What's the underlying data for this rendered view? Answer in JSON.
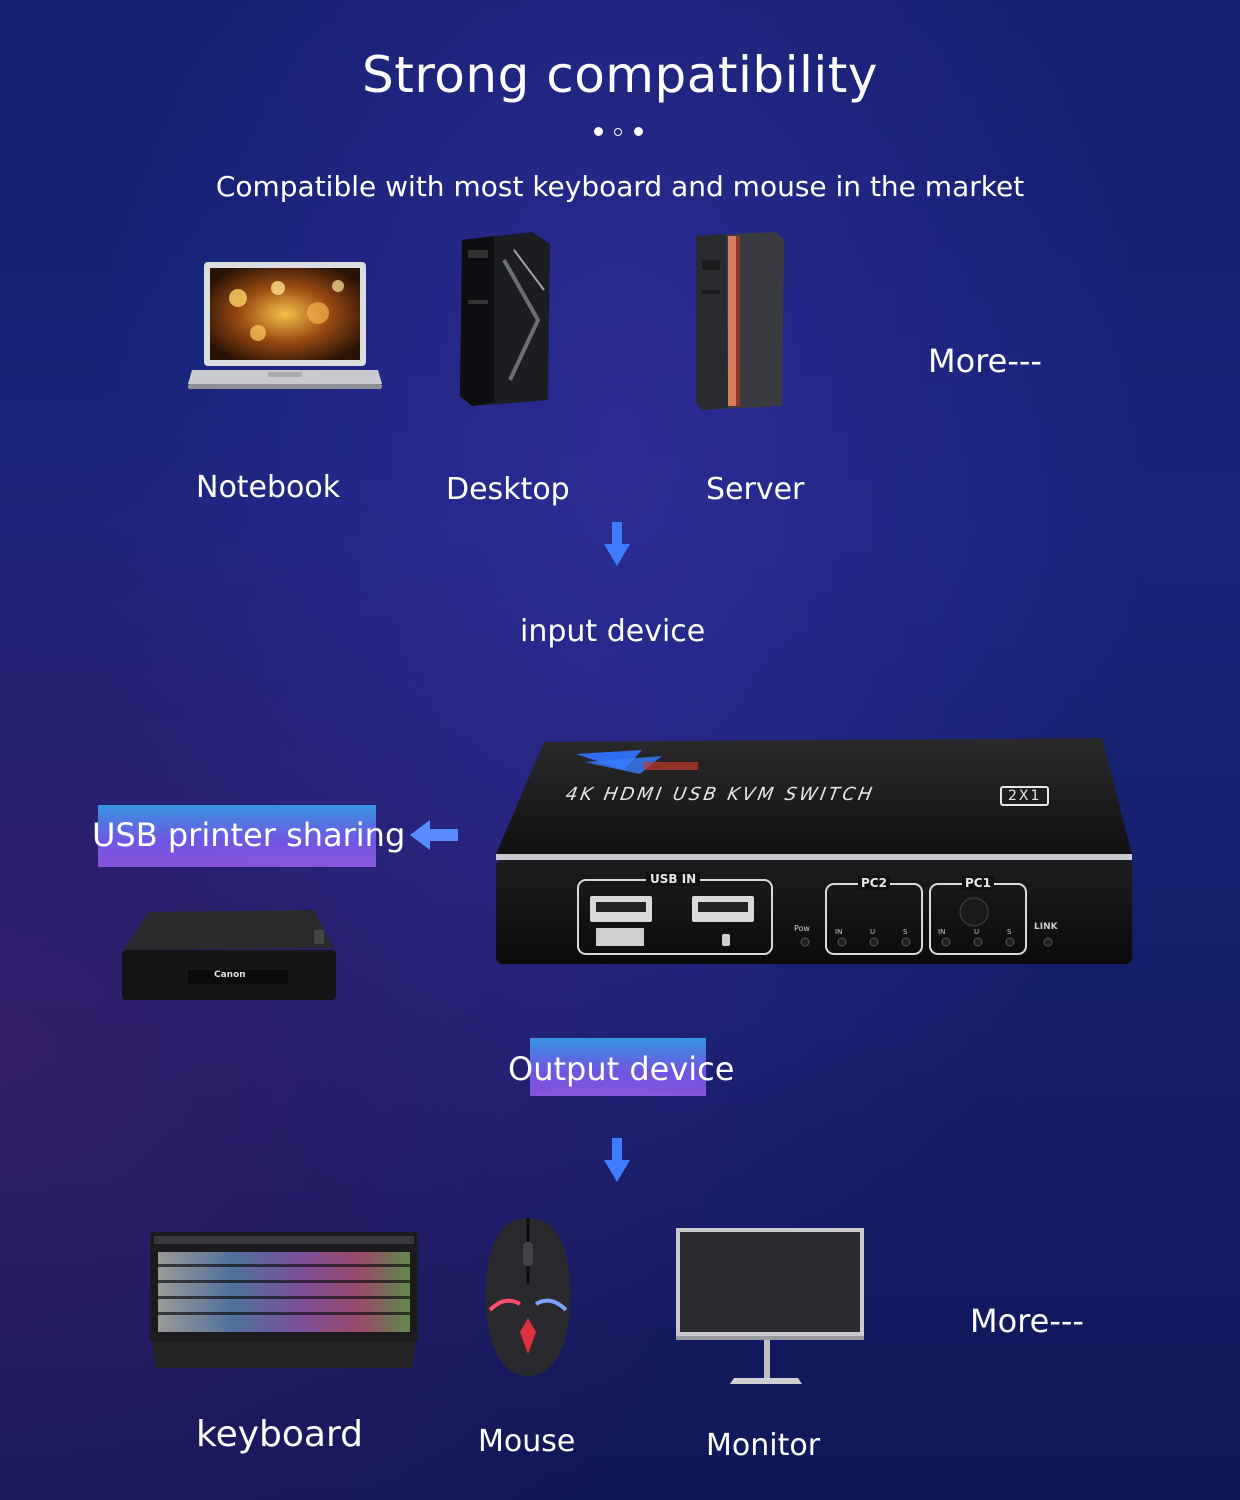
{
  "header": {
    "title": "Strong compatibility",
    "subtitle": "Compatible with most keyboard and mouse in the market"
  },
  "input_devices": {
    "items": [
      {
        "label": "Notebook",
        "icon": "laptop-icon"
      },
      {
        "label": "Desktop",
        "icon": "desktop-tower-icon"
      },
      {
        "label": "Server",
        "icon": "server-tower-icon"
      }
    ],
    "more": "More---",
    "caption": "input device"
  },
  "kvm": {
    "title": "4K HDMI USB KVM SWITCH",
    "badge": "2X1",
    "usb_in": "USB IN",
    "pc2": "PC2",
    "pc1": "PC1",
    "pow": "Pow",
    "link": "LINK",
    "port_in": "IN",
    "port_u": "U",
    "port_s": "S"
  },
  "printer": {
    "label": "USB printer sharing",
    "brand": "Canon"
  },
  "output_devices": {
    "caption": "Output device",
    "items": [
      {
        "label": "keyboard",
        "icon": "keyboard-icon"
      },
      {
        "label": "Mouse",
        "icon": "mouse-icon"
      },
      {
        "label": "Monitor",
        "icon": "monitor-icon"
      }
    ],
    "more": "More---"
  },
  "colors": {
    "accent_arrow": "#3f7bff",
    "highlight_start": "#3aa8f5",
    "highlight_end": "#9b5ef0",
    "background": "#17257a"
  }
}
